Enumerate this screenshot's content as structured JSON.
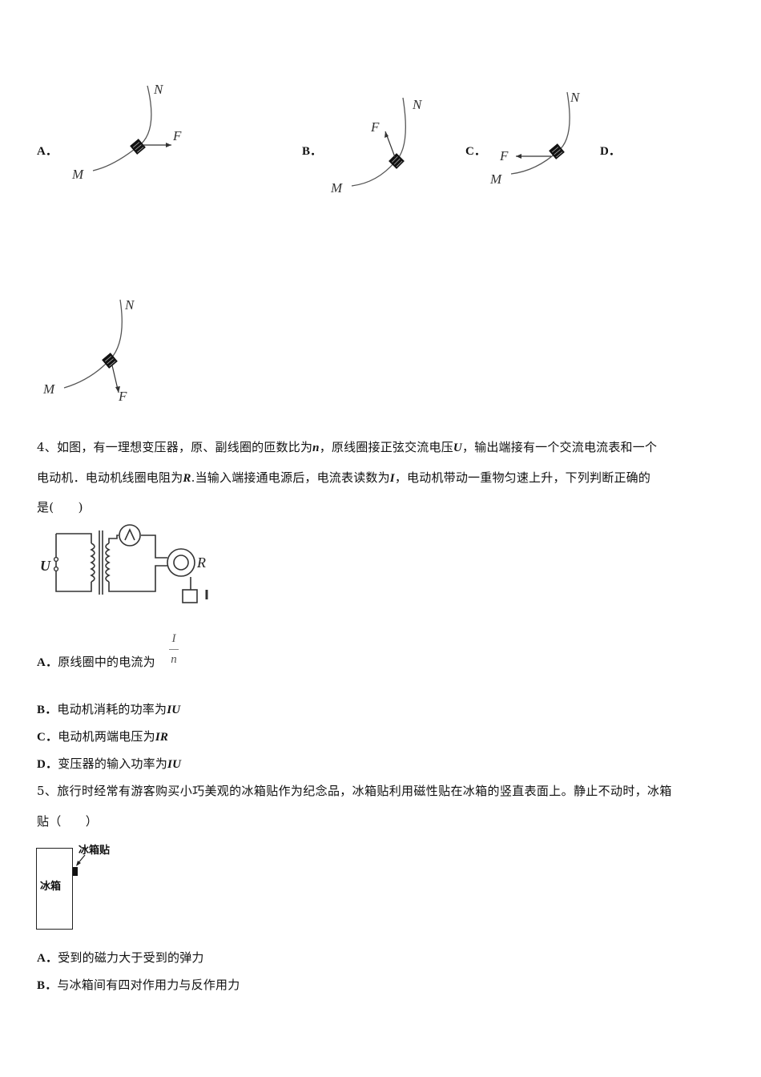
{
  "q3": {
    "options": [
      {
        "label": "A．"
      },
      {
        "label": "B．"
      },
      {
        "label": "C．"
      },
      {
        "label": "D．"
      }
    ],
    "diagram": {
      "n": "N",
      "m": "M",
      "f": "F"
    }
  },
  "q4": {
    "line1_pre": "4、如图，有一理想变压器，原、副线圈的匝数比为",
    "var_n": "n",
    "line1_mid": "，原线圈接正弦交流电压",
    "var_U": "U",
    "line1_post": "，输出端接有一个交流电流表和一个",
    "line2_pre": "电动机．电动机线圈电阻为",
    "var_R": "R",
    "line2_mid": ".当输入端接通电源后，电流表读数为",
    "var_I": "I",
    "line2_post": "，电动机带动一重物匀速上升，下列判断正确的",
    "line3": "是(　　)",
    "circuit": {
      "u": "U",
      "r": "R"
    },
    "options": {
      "a_label": "A．",
      "a_text": "原线圈中的电流为",
      "a_num": "I",
      "a_den": "n",
      "b_label": "B．",
      "b_text": "电动机消耗的功率为",
      "b_var": "IU",
      "c_label": "C．",
      "c_text": "电动机两端电压为",
      "c_var": "IR",
      "d_label": "D．",
      "d_text": "变压器的输入功率为",
      "d_var": "IU"
    }
  },
  "q5": {
    "line1": "5、旅行时经常有游客购买小巧美观的冰箱贴作为纪念品，冰箱贴利用磁性贴在冰箱的竖直表面上。静止不动时，冰箱",
    "line2": "贴（　　）",
    "fridge": "冰箱",
    "magnet": "冰箱贴",
    "options": {
      "a_label": "A．",
      "a_text": "受到的磁力大于受到的弹力",
      "b_label": "B．",
      "b_text": "与冰箱间有四对作用力与反作用力"
    }
  }
}
